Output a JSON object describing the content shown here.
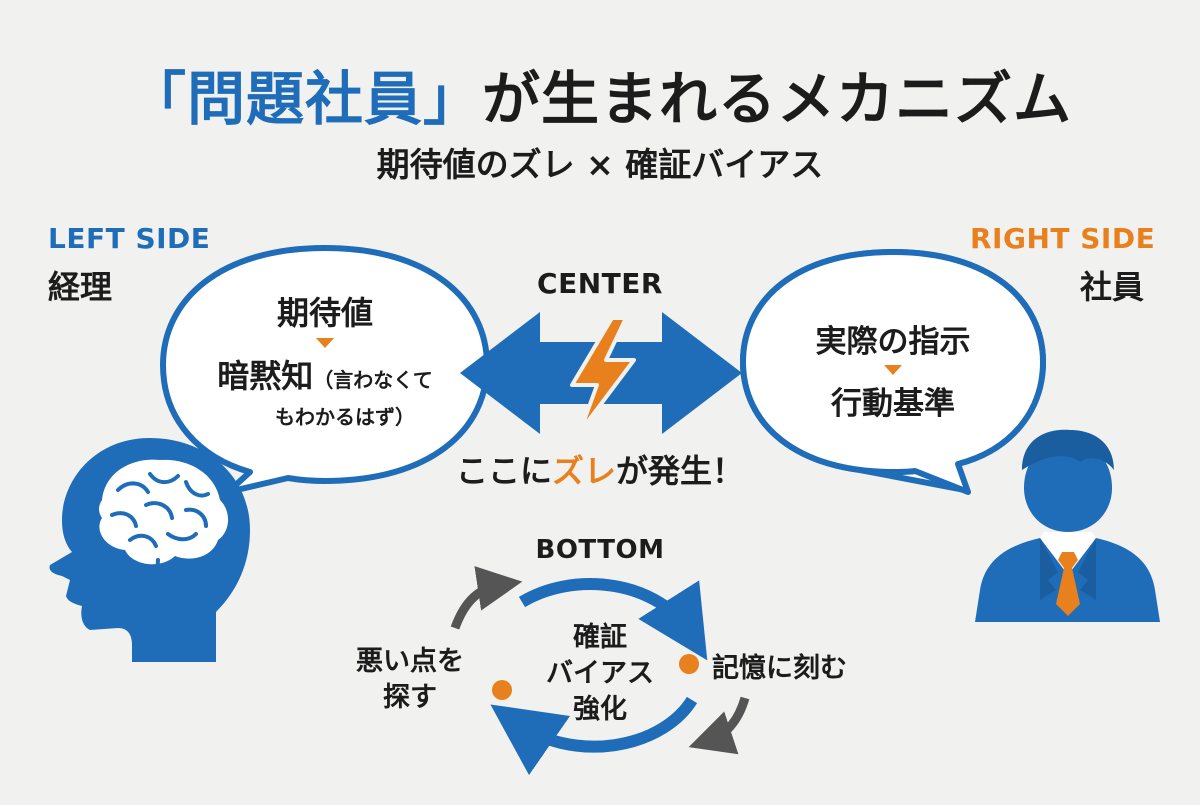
{
  "title": {
    "open_bracket": "「",
    "highlight": "問題社員",
    "close_bracket": "」",
    "rest": "が生まれるメカニズム"
  },
  "subtitle": "期待値のズレ × 確証バイアス",
  "left": {
    "label_en": "LEFT SIDE",
    "label_jp": "経理",
    "bubble": {
      "line1": "期待値",
      "line2_main": "暗黙知",
      "line2_small": "（言わなくて",
      "line3": "もわかるはず）"
    }
  },
  "right": {
    "label_en": "RIGHT SIDE",
    "label_jp": "社員",
    "bubble": {
      "line1": "実際の指示",
      "line2": "行動基準"
    }
  },
  "center": {
    "label": "CENTER",
    "caption_pre": "ここに",
    "caption_accent": "ズレ",
    "caption_post": "が発生！"
  },
  "bottom": {
    "label": "BOTTOM",
    "cycle_center": [
      "確証",
      "バイアス",
      "強化"
    ],
    "left_text": [
      "悪い点を",
      "探す"
    ],
    "right_text": "記憶に刻む"
  },
  "colors": {
    "blue": "#1f6db8",
    "orange": "#e8801e",
    "dark": "#1c1c1c",
    "gray_arrow": "#555555",
    "background": "#f1f1f0"
  },
  "icons": [
    "head-brain-icon",
    "businessman-icon",
    "double-arrow-icon",
    "lightning-icon",
    "cycle-arrows-icon"
  ]
}
